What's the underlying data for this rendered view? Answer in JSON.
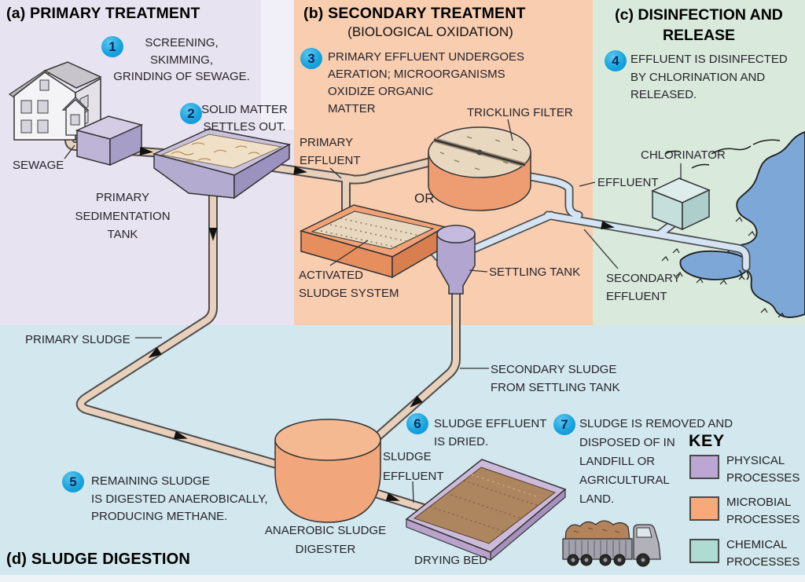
{
  "figure": {
    "panel_a_title": "(a) PRIMARY TREATMENT",
    "panel_b_title": "(b) SECONDARY TREATMENT",
    "panel_b_subtitle": "(BIOLOGICAL OXIDATION)",
    "panel_c_title_line1": "(c) DISINFECTION AND",
    "panel_c_title_line2": "RELEASE",
    "panel_d_title": "(d) SLUDGE DIGESTION"
  },
  "steps": [
    {
      "num": "1",
      "lines": [
        "SCREENING,",
        "SKIMMING,",
        "GRINDING OF SEWAGE."
      ]
    },
    {
      "num": "2",
      "lines": [
        "SOLID MATTER",
        "SETTLES OUT."
      ]
    },
    {
      "num": "3",
      "lines": [
        "PRIMARY EFFLUENT UNDERGOES",
        "AERATION; MICROORGANISMS",
        "OXIDIZE ORGANIC",
        "MATTER"
      ]
    },
    {
      "num": "4",
      "lines": [
        "EFFLUENT IS DISINFECTED",
        "BY CHLORINATION AND",
        "RELEASED."
      ]
    },
    {
      "num": "5",
      "lines": [
        "REMAINING SLUDGE",
        "IS DIGESTED ANAEROBICALLY,",
        "PRODUCING METHANE."
      ]
    },
    {
      "num": "6",
      "lines": [
        "SLUDGE EFFLUENT",
        "IS DRIED."
      ]
    },
    {
      "num": "7",
      "lines": [
        "SLUDGE IS REMOVED AND",
        "DISPOSED OF IN",
        "LANDFILL OR",
        "AGRICULTURAL",
        "LAND."
      ]
    }
  ],
  "labels": {
    "sewage": "SEWAGE",
    "primary_sedimentation_tank": [
      "PRIMARY",
      "SEDIMENTATION",
      "TANK"
    ],
    "primary_effluent": [
      "PRIMARY",
      "EFFLUENT"
    ],
    "trickling_filter": "TRICKLING FILTER",
    "or_divider": "OR",
    "activated_sludge_system": [
      "ACTIVATED",
      "SLUDGE SYSTEM"
    ],
    "settling_tank": "SETTLING TANK",
    "chlorinator": "CHLORINATOR",
    "effluent": "EFFLUENT",
    "secondary_effluent": [
      "SECONDARY",
      "EFFLUENT"
    ],
    "primary_sludge": "PRIMARY SLUDGE",
    "secondary_sludge": [
      "SECONDARY SLUDGE",
      "FROM SETTLING TANK"
    ],
    "sludge_effluent": [
      "SLUDGE",
      "EFFLUENT"
    ],
    "anaerobic_sludge_digester": [
      "ANAEROBIC SLUDGE",
      "DIGESTER"
    ],
    "drying_bed": "DRYING BED"
  },
  "key": {
    "title": "KEY",
    "items": [
      {
        "lines": [
          "PHYSICAL",
          "PROCESSES"
        ],
        "color": "#bca6d3"
      },
      {
        "lines": [
          "MICROBIAL",
          "PROCESSES"
        ],
        "color": "#f9a87a"
      },
      {
        "lines": [
          "CHEMICAL",
          "PROCESSES"
        ],
        "color": "#aedbd2"
      }
    ]
  },
  "colors": {
    "panel_a_physical": "#e8e3f0",
    "panel_b_microbial": "#f8cdb0",
    "panel_c_chemical": "#d9e9dc",
    "panel_d_background": "#d2e7ee",
    "step_badge": "#18a4df",
    "water": "#7da7d6"
  }
}
